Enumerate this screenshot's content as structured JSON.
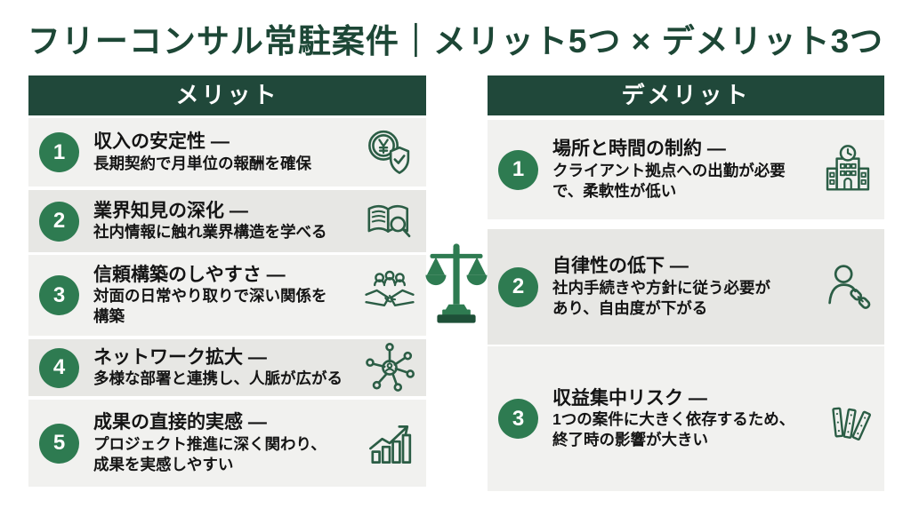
{
  "title": "フリーコンサル常駐案件｜メリット5つ × デメリット3つ",
  "colors": {
    "title_green": "#1d4736",
    "header_green": "#20483a",
    "circle_green": "#2e7b51",
    "icon_green": "#2b5d45",
    "row_light": "#f1f1ef",
    "row_dark": "#e7e7e4"
  },
  "merits": {
    "header": "メリット",
    "items": [
      {
        "num": "1",
        "title": "収入の安定性 —",
        "desc": "長期契約で月単位の報酬を確保",
        "icon": "yen-shield-icon"
      },
      {
        "num": "2",
        "title": "業界知見の深化 —",
        "desc": "社内情報に触れ業界構造を学べる",
        "icon": "book-magnifier-icon"
      },
      {
        "num": "3",
        "title": "信頼構築のしやすさ —",
        "desc": "対面の日常やり取りで深い関係を構築",
        "icon": "handshake-icon"
      },
      {
        "num": "4",
        "title": "ネットワーク拡大 —",
        "desc": "多様な部署と連携し、人脈が広がる",
        "icon": "network-icon"
      },
      {
        "num": "5",
        "title": "成果の直接的実感 —",
        "desc": "プロジェクト推進に深く関わり、成果を実感しやすい",
        "icon": "growth-chart-icon"
      }
    ]
  },
  "demerits": {
    "header": "デメリット",
    "items": [
      {
        "num": "1",
        "title": "場所と時間の制約 —",
        "desc": "クライアント拠点への出勤が必要で、柔軟性が低い",
        "icon": "building-clock-icon"
      },
      {
        "num": "2",
        "title": "自律性の低下 —",
        "desc": "社内手続きや方針に従う必要があり、自由度が下がる",
        "icon": "person-link-icon"
      },
      {
        "num": "3",
        "title": "収益集中リスク —",
        "desc": "1つの案件に大きく依存するため、終了時の影響が大きい",
        "icon": "dominoes-icon"
      }
    ]
  },
  "center_icon": "balance-scale-icon"
}
